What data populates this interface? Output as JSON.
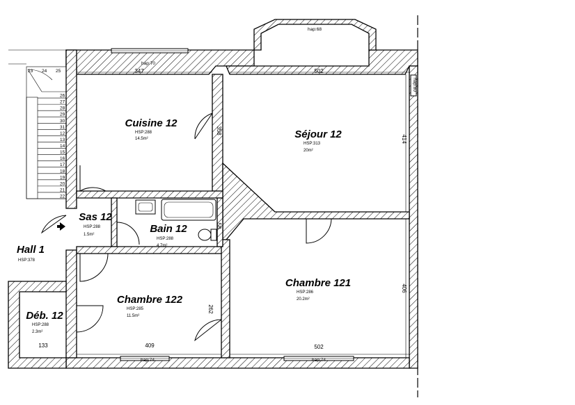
{
  "rooms": {
    "cuisine": {
      "name": "Cuisine 12",
      "hsp": "HSP:288",
      "area": "14.5m²"
    },
    "sejour": {
      "name": "Séjour 12",
      "hsp": "HSP:313",
      "area": "20m²"
    },
    "sas": {
      "name": "Sas 12",
      "hsp": "HSP:288",
      "area": "1.5m²"
    },
    "bain": {
      "name": "Bain 12",
      "hsp": "HSP:288",
      "area": "4.7m²"
    },
    "hall": {
      "name": "Hall 1",
      "hsp": "HSP:378"
    },
    "deb": {
      "name": "Déb. 12",
      "hsp": "HSP:288",
      "area": "2.3m²"
    },
    "chambre122": {
      "name": "Chambre 122",
      "hsp": "HSP:285",
      "area": "11.5m²"
    },
    "chambre121": {
      "name": "Chambre 121",
      "hsp": "HSP:286",
      "area": "20.2m²"
    }
  },
  "dimensions": {
    "d347": "347",
    "d502_top": "502",
    "d358": "358",
    "d414": "414",
    "d58": "58",
    "d406": "406",
    "d262": "262",
    "d409": "409",
    "d502_bottom": "502",
    "d133": "133"
  },
  "windows": {
    "hap70": "hap:70",
    "hap68": "hap:68",
    "hap74_left": "hap:74",
    "hap74_right": "hap:74",
    "hap_side": "hap:80"
  },
  "stairs": {
    "top_numbers": [
      "23",
      "24",
      "25"
    ],
    "steps": [
      "26",
      "27",
      "28",
      "29",
      "30",
      "31",
      "12",
      "13",
      "14",
      "15",
      "16",
      "17",
      "18",
      "19",
      "20",
      "21",
      "22"
    ]
  }
}
